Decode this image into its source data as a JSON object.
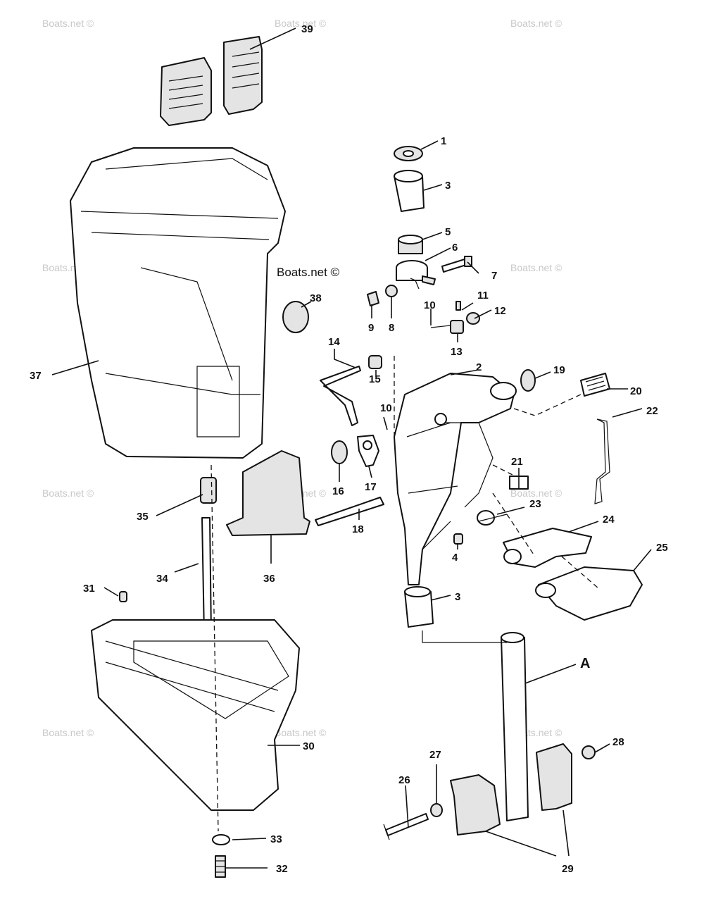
{
  "watermark": "Boats.net ©",
  "brand_label": "Boats.net ©",
  "callouts": {
    "c1": "1",
    "c2": "2",
    "c3a": "3",
    "c3b": "3",
    "c4": "4",
    "c5": "5",
    "c6": "6",
    "c7": "7",
    "c8": "8",
    "c9": "9",
    "c10a": "10",
    "c10b": "10",
    "c11": "11",
    "c12": "12",
    "c13": "13",
    "c14": "14",
    "c15": "15",
    "c16": "16",
    "c17": "17",
    "c18": "18",
    "c19": "19",
    "c20": "20",
    "c21": "21",
    "c22": "22",
    "c23": "23",
    "c24": "24",
    "c25": "25",
    "c26": "26",
    "c27": "27",
    "c28": "28",
    "c29": "29",
    "c30": "30",
    "c31": "31",
    "c32": "32",
    "c33": "33",
    "c34": "34",
    "c35": "35",
    "c36": "36",
    "c37": "37",
    "c38": "38",
    "c39": "39",
    "cA": "A"
  }
}
